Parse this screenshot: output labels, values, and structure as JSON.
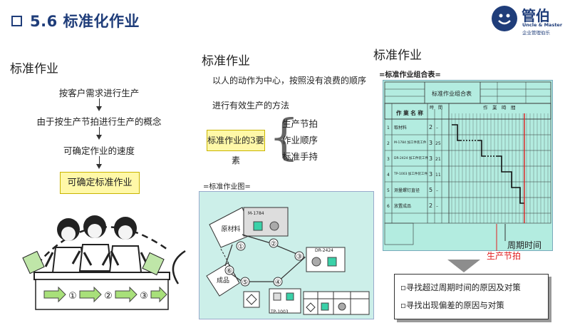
{
  "header": {
    "title": "5.6 标准化作业",
    "logo_name": "管伯",
    "logo_en": "Uncle & Master",
    "logo_cn": "企业管理伯乐"
  },
  "left": {
    "heading": "标准作业",
    "flow": [
      "按客户需求进行生产",
      "由于按生产节拍进行生产的概念",
      "可确定作业的速度"
    ],
    "highlight": "可确定标准作业",
    "conveyor_steps": [
      "①",
      "②",
      "③"
    ]
  },
  "middle": {
    "heading": "标准作业",
    "desc_line1": "以人的动作为中心，按照没有浪费的顺序",
    "desc_line2": "进行有效生产的方法",
    "elements_label": "标准作业的3要素",
    "elements": [
      "生产节拍",
      "作业顺序",
      "标准手持"
    ],
    "diagram_label": "=标准作业图=",
    "diagram": {
      "raw_material": "原材料",
      "product": "成品",
      "machines": [
        "M-1784",
        "DR-2424",
        "TP-1003"
      ],
      "steps": [
        "①",
        "②",
        "③",
        "④",
        "⑤",
        "⑥"
      ]
    }
  },
  "right": {
    "heading": "标准作业",
    "table_label": "=标准作业组合表=",
    "sheet_title": "标准作业组合表",
    "col_header_name": "作 業 名 称",
    "col_header_time": "時　間",
    "col_header_chart": "作　業　時　間",
    "rows": [
      {
        "no": "1",
        "name": "取材料",
        "t1": "2",
        "t2": "–"
      },
      {
        "no": "2",
        "name": "M-1784 加工件装工件",
        "t1": "3",
        "t2": "25"
      },
      {
        "no": "3",
        "name": "DR-2424 加工件装工件",
        "t1": "3",
        "t2": "21"
      },
      {
        "no": "4",
        "name": "TP-1003 加工件装工件",
        "t1": "3",
        "t2": "11"
      },
      {
        "no": "5",
        "name": "测量螺钉直径",
        "t1": "5",
        "t2": "–"
      },
      {
        "no": "6",
        "name": "放置成品",
        "t1": "2",
        "t2": "–"
      }
    ],
    "cycle_time_label": "周期时间",
    "takt_label": "生产节拍",
    "actions": [
      "▫寻找超过周期时间的原因及对策",
      "▫寻找出现偏差的原因与对策"
    ]
  },
  "colors": {
    "brand": "#1f3d7a",
    "highlight": "#fff8a8",
    "sheet_bg": "#b3ece0",
    "takt_red": "#e02020"
  }
}
